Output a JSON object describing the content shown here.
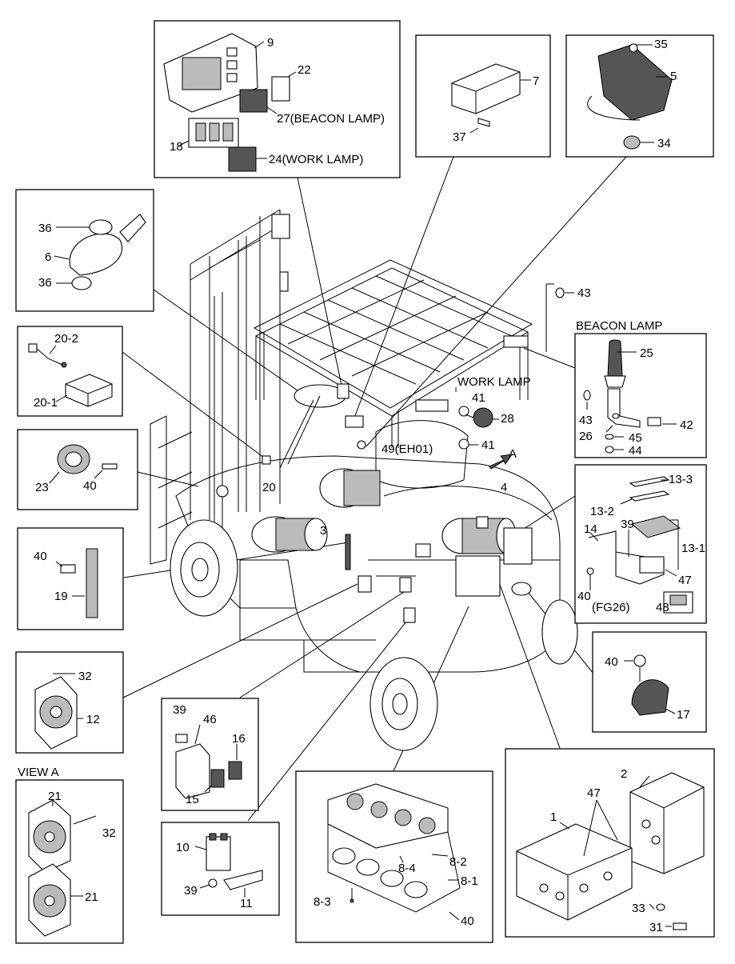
{
  "callouts": {
    "dash_display": "9",
    "dash_cover": "22",
    "beacon_switch": "27(BEACON LAMP)",
    "switch_panel": "18",
    "work_switch": "24(WORK LAMP)",
    "dcdc_converter": "7",
    "dcdc_screw": "37",
    "pedal_screw": "35",
    "accel_pedal": "5",
    "pedal_stop": "34",
    "horn_ring_top": "36",
    "horn": "6",
    "horn_ring_bottom": "36",
    "sensor_harness": "20-2",
    "sensor_bracket": "20-1",
    "buzzer": "23",
    "buzzer_bolt": "40",
    "reflector_bolt": "40",
    "reflector": "19",
    "fan_screw": "32",
    "fan": "12",
    "relay_bolt": "39",
    "relay_bracket": "46",
    "relay_a": "16",
    "relay_b": "15",
    "contactor": "10",
    "contactor_bolt": "39",
    "contactor_bracket": "11",
    "view_fan_top": "21",
    "view_fan_screw": "32",
    "view_fan_bottom": "21",
    "fan_frame_top": "8-2",
    "fan_frame_inner": "8-4",
    "fan_frame_bottom": "8-1",
    "fan_frame_pin": "8-3",
    "fan_frame_bolt": "40",
    "controller_left": "1",
    "controller_right": "2",
    "controller_conn": "47",
    "controller_washer": "33",
    "controller_bolt": "31",
    "guard_bolt": "40",
    "guard": "17",
    "plate_top": "13-3",
    "plate_mid": "13-2",
    "plate_label": "13-1",
    "bracket": "14",
    "bracket_bolt_top": "39",
    "bracket_bolt_bottom": "40",
    "fg_label": "(FG26)",
    "fuse_block": "48",
    "bracket_conn": "47",
    "beacon": "25",
    "beacon_ring": "43",
    "beacon_stay": "26",
    "beacon_washer": "45",
    "beacon_nut": "44",
    "beacon_bolt": "42",
    "loose_ring": "43",
    "work_ring": "41",
    "work_lamp": "28",
    "work_ring_2": "41",
    "main_eh01": "49(EH01)",
    "main_sensor": "20",
    "main_motor_left": "3",
    "main_motor_right": "4",
    "main_arrow_a": "A"
  },
  "headings": {
    "view_a": "VIEW A",
    "beacon_lamp": "BEACON LAMP",
    "work_lamp": "WORK LAMP"
  }
}
